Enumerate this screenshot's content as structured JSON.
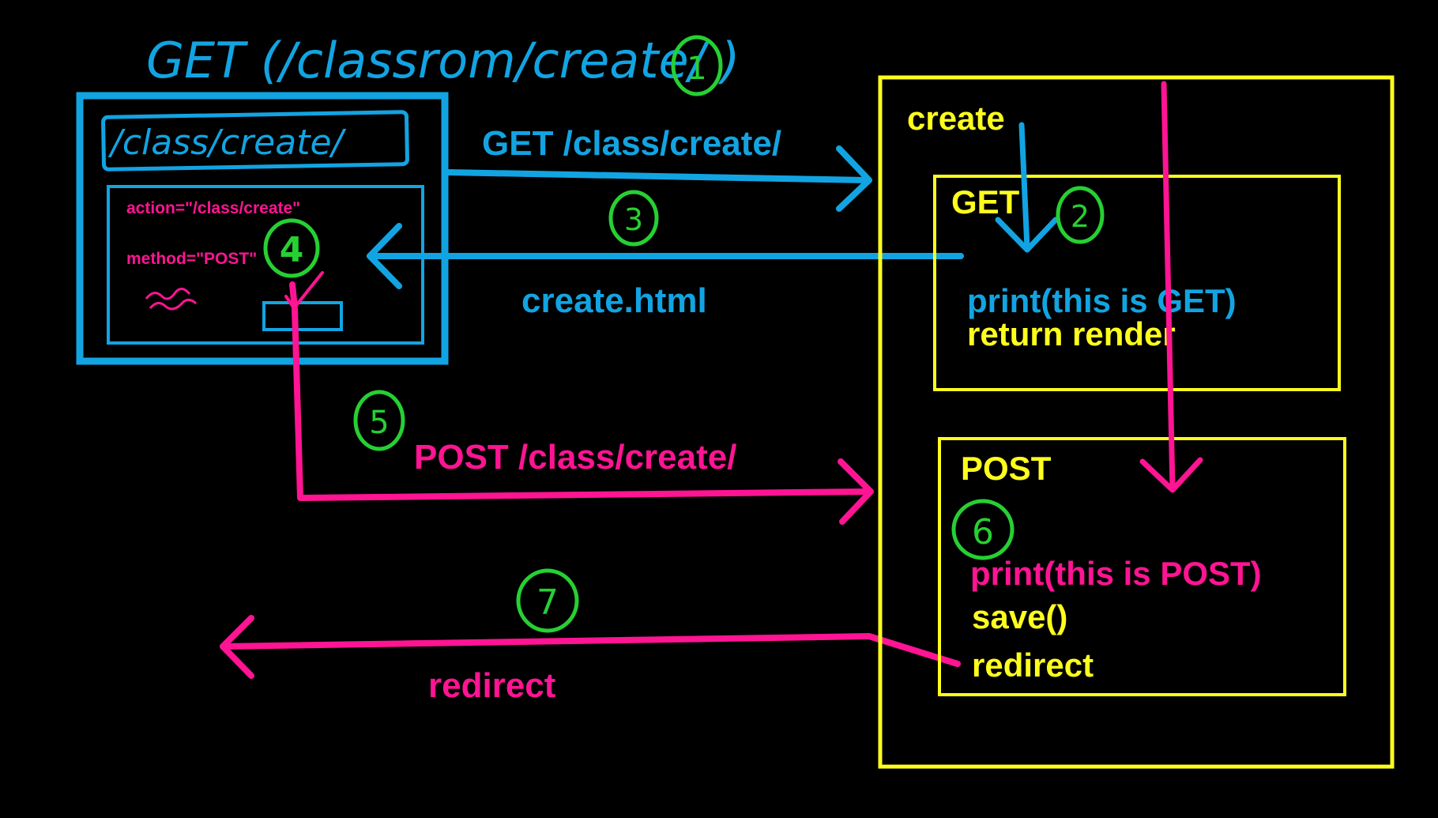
{
  "colors": {
    "blue": "#12a4e2",
    "pink": "#ff1493",
    "yellow": "#ffff1e",
    "green": "#26d033",
    "background": "#000000"
  },
  "handwritten": {
    "top_title": "GET (/classrom/create/ )",
    "url_bar": "/class/create/"
  },
  "browser": {
    "action": "action=\"/class/create\"",
    "method": "method=\"POST\""
  },
  "arrows": {
    "get_request": "GET /class/create/",
    "get_response": "create.html",
    "post_request": "POST /class/create/",
    "redirect": "redirect"
  },
  "server": {
    "title": "create",
    "get_block": {
      "title": "GET",
      "line1": "print(this is GET)",
      "line2": "return render"
    },
    "post_block": {
      "title": "POST",
      "line1": "print(this is POST)",
      "line2": "save()",
      "line3": "redirect"
    }
  },
  "steps": [
    "1",
    "2",
    "3",
    "4",
    "5",
    "6",
    "7"
  ]
}
